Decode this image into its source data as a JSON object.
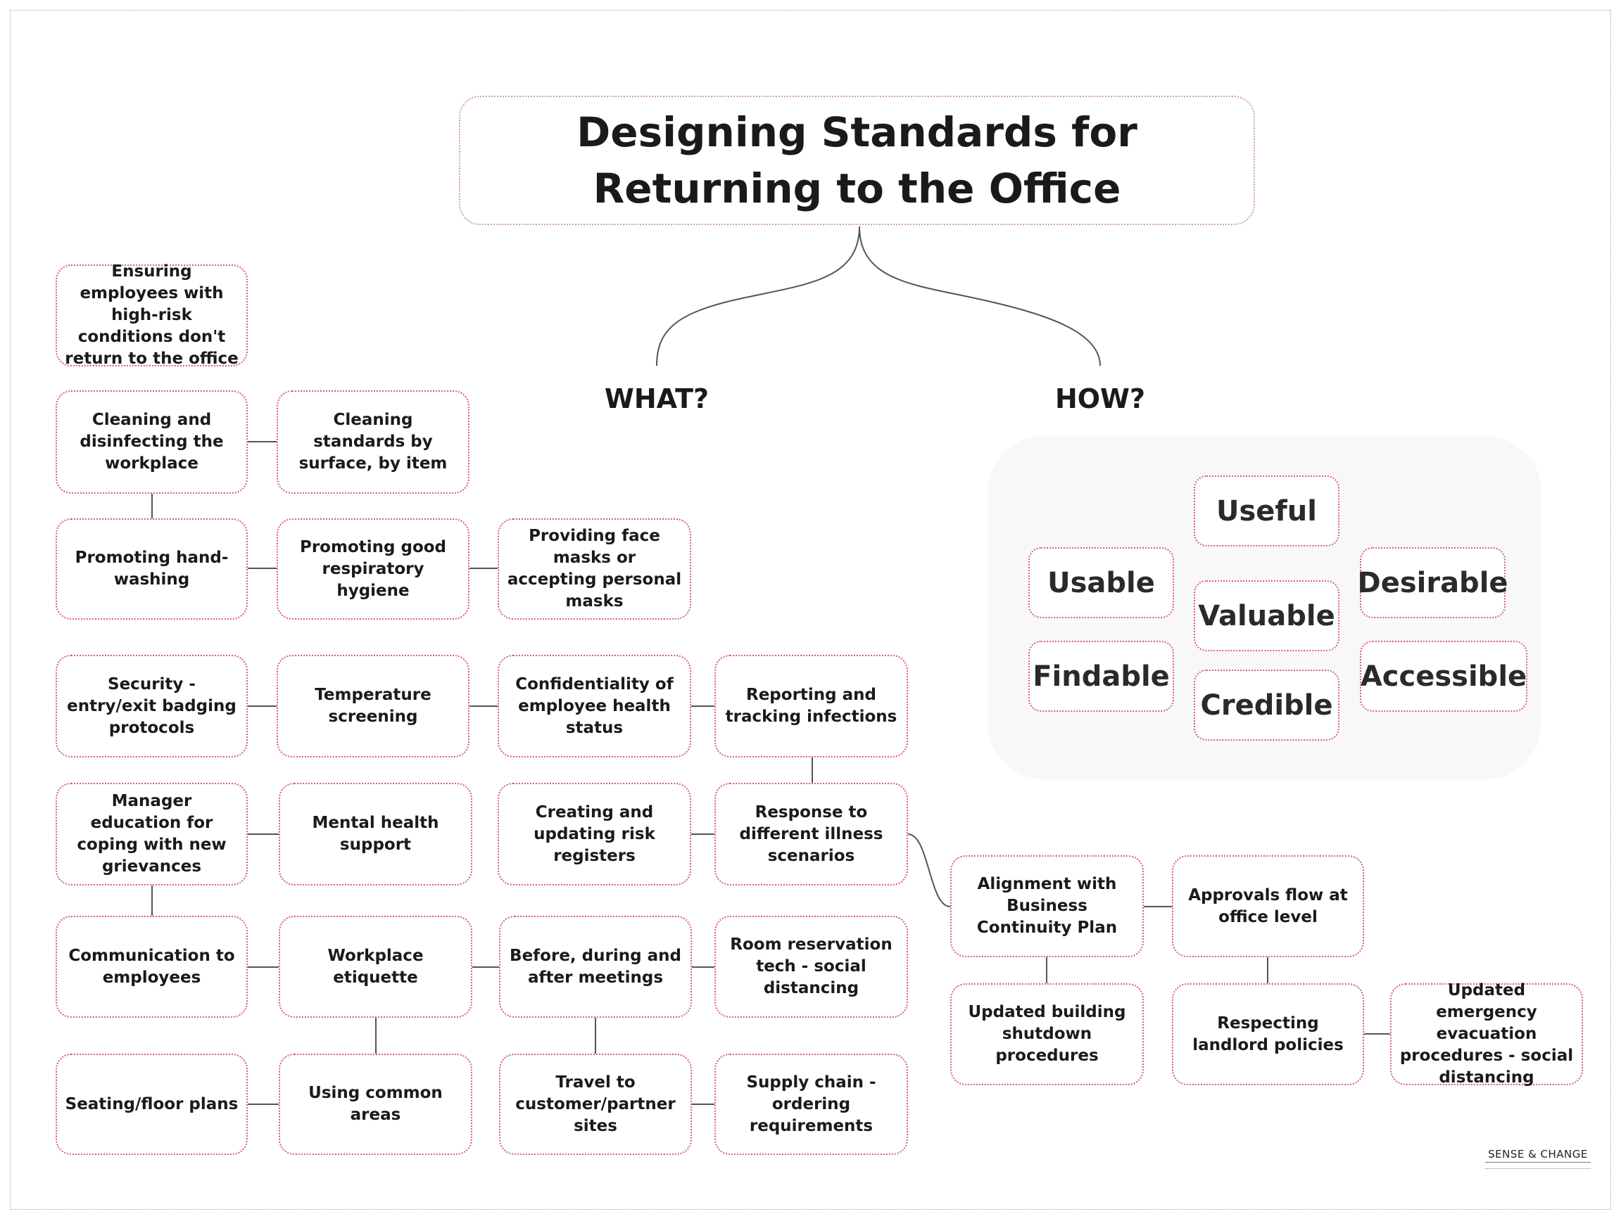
{
  "title": {
    "line1": "Designing Standards for",
    "line2": "Returning to the Office"
  },
  "branches": {
    "what": "WHAT?",
    "how": "HOW?"
  },
  "what_nodes": {
    "high_risk": "Ensuring employees with high-risk conditions don't return to the office",
    "cleaning": "Cleaning and disinfecting the workplace",
    "cleaning_standards": "Cleaning standards by surface, by item",
    "hand_washing": "Promoting hand-washing",
    "respiratory": "Promoting good respiratory hygiene",
    "face_masks": "Providing face masks or accepting personal masks",
    "security": "Security - entry/exit badging protocols",
    "temperature": "Temperature screening",
    "confidentiality": "Confidentiality of employee health status",
    "reporting": "Reporting and tracking infections",
    "manager_education": "Manager education for coping with new grievances",
    "mental_health": "Mental health support",
    "risk_registers": "Creating and updating risk registers",
    "illness_response": "Response to different illness scenarios",
    "communication": "Communication to employees",
    "etiquette": "Workplace etiquette",
    "meetings": "Before, during and after meetings",
    "room_reservation": "Room reservation tech - social distancing",
    "seating": "Seating/floor plans",
    "common_areas": "Using common areas",
    "travel": "Travel to customer/partner sites",
    "supply_chain": "Supply chain - ordering requirements",
    "bcp_alignment": "Alignment with Business Continuity Plan",
    "approvals": "Approvals flow at office level",
    "shutdown": "Updated building shutdown procedures",
    "landlord": "Respecting landlord policies",
    "evacuation": "Updated emergency evacuation procedures - social distancing"
  },
  "how_qualities": {
    "useful": "Useful",
    "usable": "Usable",
    "desirable": "Desirable",
    "valuable": "Valuable",
    "findable": "Findable",
    "accessible": "Accessible",
    "credible": "Credible"
  },
  "logo": {
    "text": "SENSE & CHANGE"
  },
  "colors": {
    "node_border": "#d9578f",
    "connector": "#555555",
    "text": "#1a1a1a",
    "how_panel": "#f8f8f8"
  }
}
